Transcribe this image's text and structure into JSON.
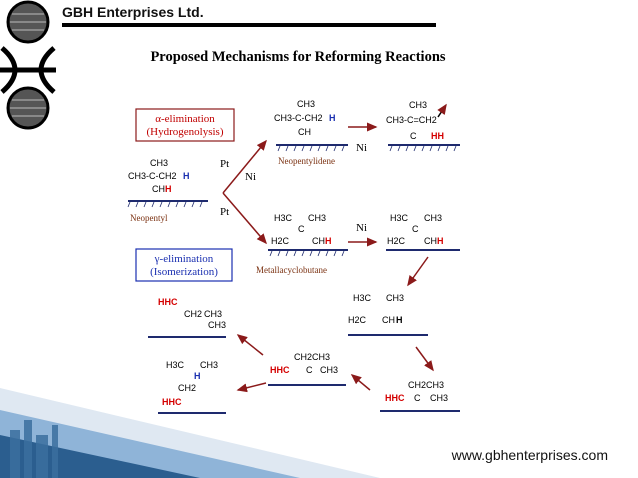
{
  "header": {
    "company": "GBH Enterprises Ltd."
  },
  "slide": {
    "title": "Proposed Mechanisms for Reforming Reactions",
    "alpha_box": {
      "line1": "α-elimination",
      "line2": "(Hydrogenolysis)"
    },
    "gamma_box": {
      "line1": "γ-elimination",
      "line2": "(Isomerization)"
    },
    "catalyst": {
      "pt": "Pt",
      "ni": "Ni"
    },
    "labels": {
      "neopentyl": "Neopentyl",
      "neopentylidene": "Neopentylidene",
      "metallacyclobutane": "Metallacyclobutane"
    },
    "chem": {
      "ch3": "CH3",
      "ch3_h2": "CH3-C-CH2",
      "ch": "CH",
      "chh_prefix": "CH",
      "h": "H",
      "hh": "HH",
      "c": "C",
      "h3c": "H3C",
      "h2c": "H2C",
      "chh": "CH",
      "ch2ch3": "CH2CH3",
      "hhc": "HHC",
      "ch2": "CH2",
      "hhc_short": "HHC",
      "ch3_eq": "CH3-C=CH2"
    }
  },
  "footer": {
    "url": "www.gbhenterprises.com"
  },
  "colors": {
    "arrow": "#8b1a1a",
    "highlight_red": "#d40000",
    "highlight_blue": "#1a2fb0",
    "surface": "#1e2a6e"
  }
}
